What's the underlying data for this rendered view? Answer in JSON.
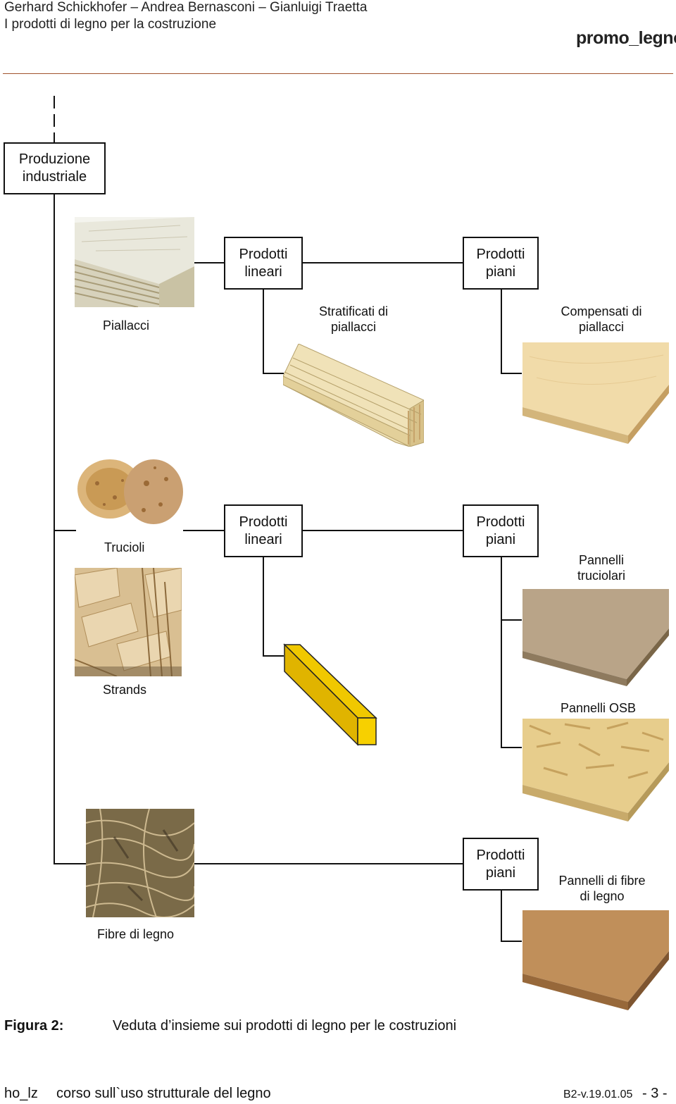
{
  "header": {
    "authors": "Gerhard Schickhofer – Andrea Bernasconi – Gianluigi Traetta",
    "title": "I prodotti di legno per la costruzione",
    "logo": "promo_legno"
  },
  "diagram": {
    "root": "Produzione industriale",
    "group1": {
      "material": "Piallacci",
      "linear_box": "Prodotti lineari",
      "planar_box": "Prodotti piani",
      "linear_product": "Stratificati di piallacci",
      "planar_product": "Compensati di piallacci"
    },
    "group2": {
      "material1": "Trucioli",
      "material2": "Strands",
      "linear_box": "Prodotti lineari",
      "planar_box": "Prodotti piani",
      "planar_product1": "Pannelli truciolari",
      "planar_product2": "Pannelli OSB"
    },
    "group3": {
      "material": "Fibre di legno",
      "planar_box": "Prodotti piani",
      "planar_product": "Pannelli di fibre di legno"
    }
  },
  "caption": {
    "label": "Figura 2:",
    "text": "Veduta d’insieme sui prodotti di legno per le costruzioni"
  },
  "footer": {
    "left_code": "ho_lz",
    "course": "corso sull`uso strutturale del legno",
    "version": "B2-v.19.01.05",
    "page": "- 3 -"
  },
  "colors": {
    "rule": "#a0522d",
    "beam": "#f0c800"
  }
}
